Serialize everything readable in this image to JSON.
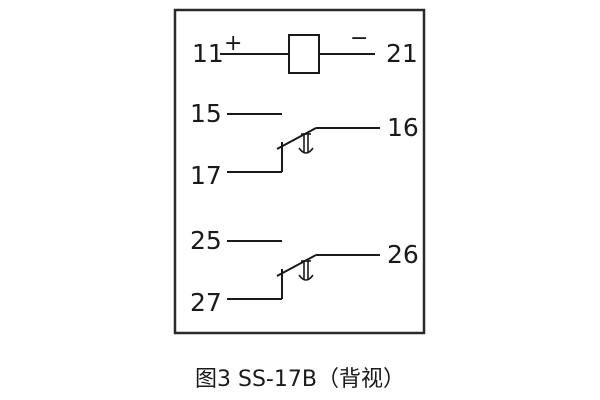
{
  "diagram": {
    "caption": "图3   SS-17B（背视）",
    "coil": {
      "left_pin": "11",
      "right_pin": "21",
      "left_polarity": "+",
      "right_polarity": "−"
    },
    "contact_group_1": {
      "normally_open_pin": "15",
      "common_pin": "17",
      "normally_closed_pin": "16"
    },
    "contact_group_2": {
      "normally_open_pin": "25",
      "common_pin": "27",
      "normally_closed_pin": "26"
    },
    "colors": {
      "line": "#1a1a1a",
      "frame": "#2a2a2a",
      "background": "#ffffff"
    }
  }
}
